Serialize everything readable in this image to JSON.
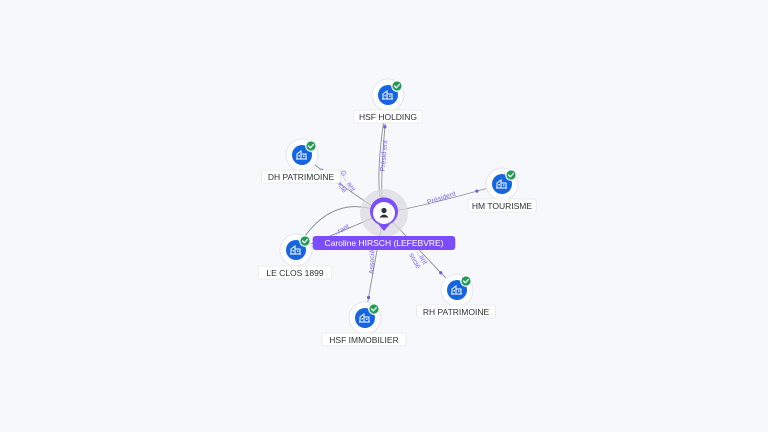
{
  "center": {
    "label": "Caroline HIRSCH (LEFEBVRE)",
    "icon": "person-icon",
    "color": "#7c4dff"
  },
  "nodes": [
    {
      "id": "hsf-holding",
      "label": "HSF HOLDING",
      "icon": "building-icon",
      "verified": true
    },
    {
      "id": "dh-patrimoine",
      "label": "DH PATRIMOINE",
      "icon": "building-icon",
      "verified": true
    },
    {
      "id": "hm-tourisme",
      "label": "HM TOURISME",
      "icon": "building-icon",
      "verified": true
    },
    {
      "id": "le-clos-1899",
      "label": "LE CLOS 1899",
      "icon": "building-icon",
      "verified": true
    },
    {
      "id": "rh-patrimoine",
      "label": "RH PATRIMOINE",
      "icon": "building-icon",
      "verified": true
    },
    {
      "id": "hsf-immobilier",
      "label": "HSF IMMOBILIER",
      "icon": "building-icon",
      "verified": true
    }
  ],
  "edge_labels": {
    "hsf-holding": "Présid ent",
    "dh-patrimoine": "G... ant\nsocié",
    "hm-tourisme": "Président",
    "le-clos-1899": "...rant",
    "rh-patrimoine": "...ant\nsocié",
    "hsf-immobilier": "Associé"
  },
  "colors": {
    "node": "#1565e0",
    "verified": "#1f9d55",
    "edge_label": "#7b61ff",
    "edge": "#8d8f96"
  }
}
